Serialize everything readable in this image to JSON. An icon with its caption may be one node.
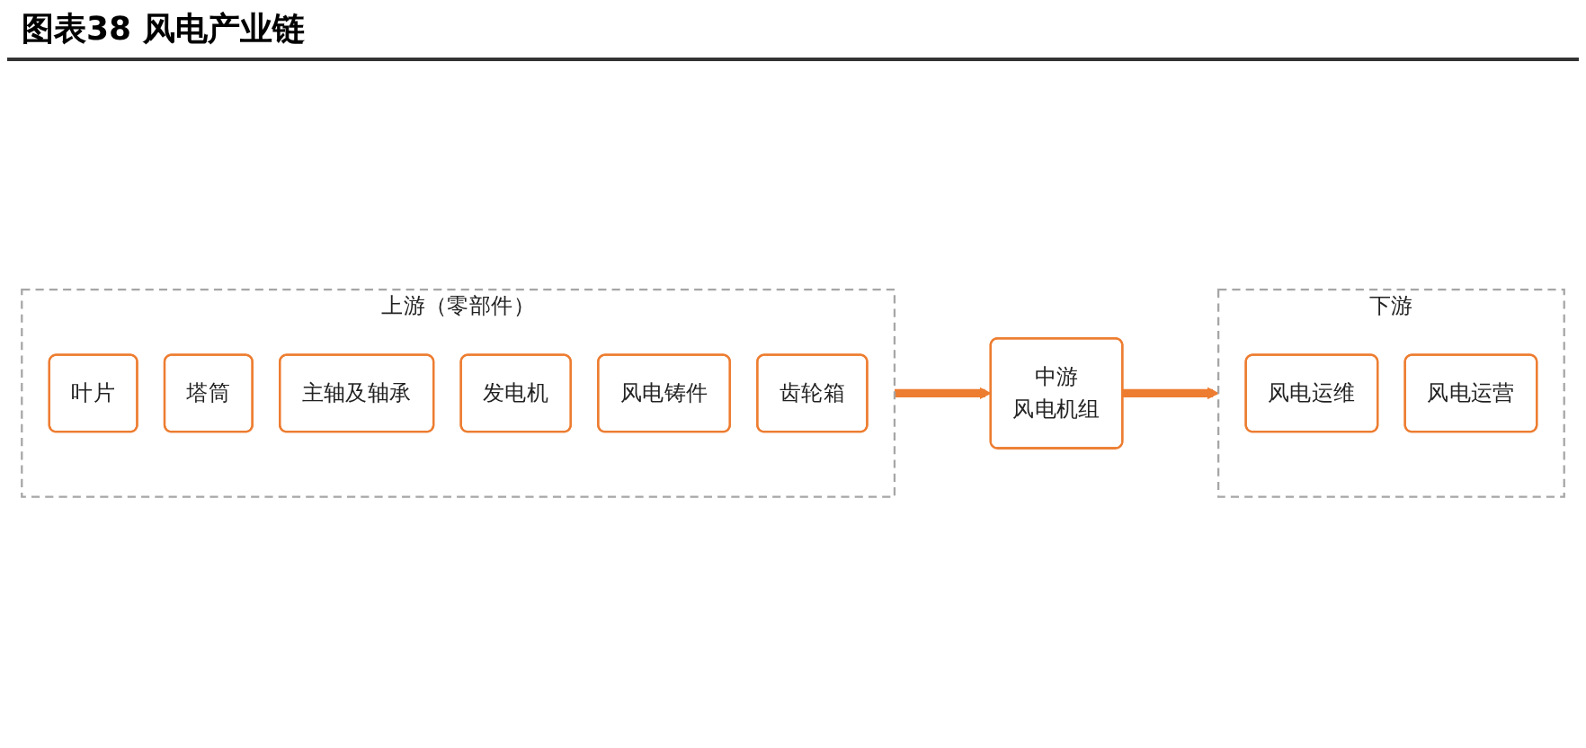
{
  "diagram": {
    "title": "图表38 风电产业链",
    "nodes": [
      {
        "text": [
          "上游（零部件）"
        ]
      },
      {
        "text": [
          "叶片"
        ],
        "in": 0
      },
      {
        "text": [
          "塔筒"
        ],
        "in": 0
      },
      {
        "text": [
          "主轴及轴承"
        ],
        "in": 0
      },
      {
        "text": [
          "发电机"
        ],
        "in": 0
      },
      {
        "text": [
          "风电铸件"
        ],
        "in": 0
      },
      {
        "text": [
          "齿轮箱"
        ],
        "in": 0
      },
      {
        "text": [
          "中游",
          "风电机组"
        ]
      },
      {
        "text": [
          "下游"
        ]
      },
      {
        "text": [
          "风电运维"
        ],
        "in": 8
      },
      {
        "text": [
          "风电运营"
        ],
        "in": 8
      }
    ],
    "edges": [
      {
        "from": 0,
        "to": 7,
        "arrow": "to"
      },
      {
        "from": 7,
        "to": 8,
        "arrow": "to"
      }
    ]
  }
}
